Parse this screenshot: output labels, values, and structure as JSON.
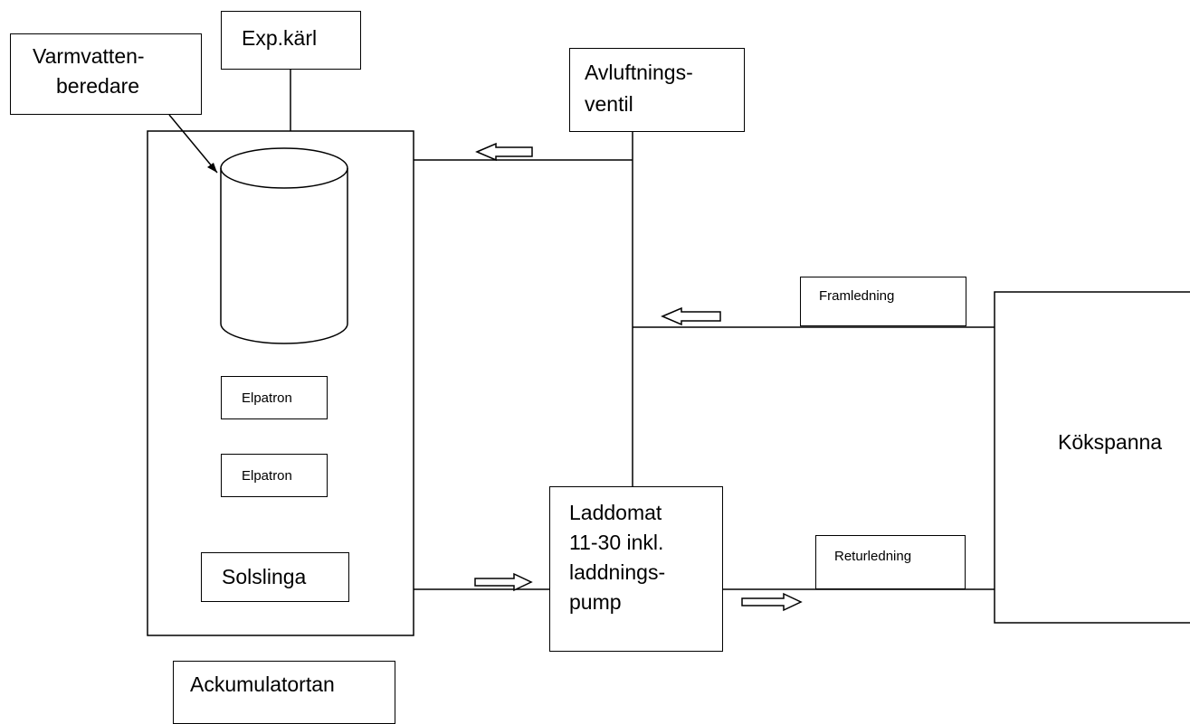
{
  "labels": {
    "exp_karl": "Exp.kärl",
    "varmvatten_line1": "Varmvatten-",
    "varmvatten_line2": "beredare",
    "avluftning_line1": "Avluftnings-",
    "avluftning_line2": "ventil",
    "framledning": "Framledning",
    "returledning": "Returledning",
    "elpatron_1": "Elpatron",
    "elpatron_2": "Elpatron",
    "solslinga": "Solslinga",
    "ackumulatortank": "Ackumulatortan",
    "laddomat_line1": "Laddomat",
    "laddomat_line2": "11-30 inkl.",
    "laddomat_line3": "laddnings-",
    "laddomat_line4": "pump",
    "kokspanna": "Kökspanna"
  },
  "colors": {
    "line": "#000000",
    "background": "#ffffff"
  }
}
